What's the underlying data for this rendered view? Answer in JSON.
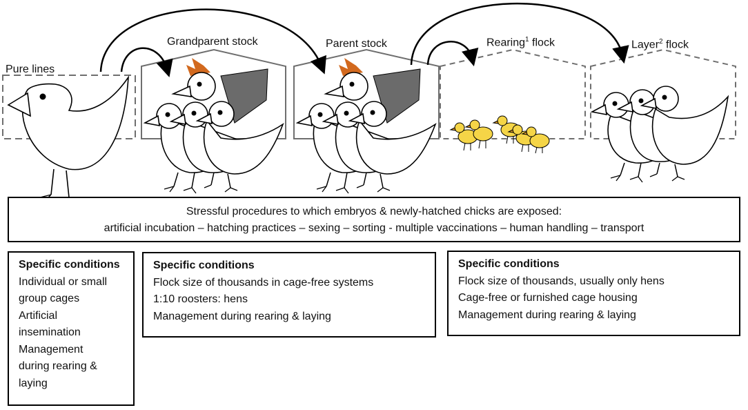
{
  "stages": [
    {
      "id": "pure-lines",
      "label": "Pure lines",
      "sup": ""
    },
    {
      "id": "grandparent",
      "label": "Grandparent stock",
      "sup": ""
    },
    {
      "id": "parent",
      "label": "Parent stock",
      "sup": ""
    },
    {
      "id": "rearing",
      "label": "Rearing",
      "sup": "1",
      "suffix": " flock"
    },
    {
      "id": "layer",
      "label": "Layer",
      "sup": "2",
      "suffix": " flock"
    }
  ],
  "procedures": {
    "line1": "Stressful procedures to which embryos & newly-hatched chicks are exposed:",
    "line2": "artificial incubation – hatching practices – sexing – sorting - multiple vaccinations – human handling – transport"
  },
  "conditions": [
    {
      "title": "Specific conditions",
      "lines": [
        "Individual or small",
        "group cages",
        "Artificial",
        "insemination",
        "Management",
        "during rearing &",
        "laying"
      ]
    },
    {
      "title": "Specific conditions",
      "lines": [
        "Flock size of thousands in cage-free systems",
        "1:10 roosters: hens",
        "Management during rearing & laying"
      ]
    },
    {
      "title": "Specific conditions",
      "lines": [
        "Flock size of thousands, usually only hens",
        "Cage-free or furnished cage housing",
        "Management during rearing & laying"
      ]
    }
  ],
  "colors": {
    "comb": "#d2691e",
    "chick": "#f5d547",
    "wing": "#6b6b6b",
    "house_solid": "#6e6e6e",
    "house_dashed": "#6e6e6e"
  }
}
